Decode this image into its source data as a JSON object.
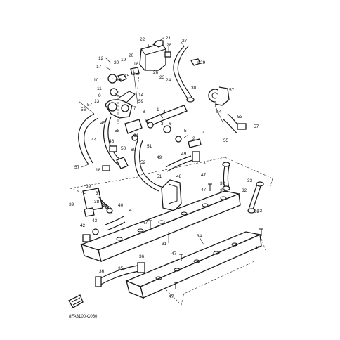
{
  "diagram": {
    "figure_code": "8FA3100-C060",
    "callouts": [
      {
        "id": "c1",
        "text": "21"
      },
      {
        "id": "c2",
        "text": "22"
      },
      {
        "id": "c3",
        "text": "27"
      },
      {
        "id": "c4",
        "text": "28"
      },
      {
        "id": "c5",
        "text": "29"
      },
      {
        "id": "c6",
        "text": "12"
      },
      {
        "id": "c7",
        "text": "17"
      },
      {
        "id": "c8",
        "text": "20"
      },
      {
        "id": "c9",
        "text": "19"
      },
      {
        "id": "c10",
        "text": "20"
      },
      {
        "id": "c11",
        "text": "18"
      },
      {
        "id": "c12",
        "text": "25"
      },
      {
        "id": "c13",
        "text": "26"
      },
      {
        "id": "c14",
        "text": "23"
      },
      {
        "id": "c15",
        "text": "24"
      },
      {
        "id": "c16",
        "text": "10"
      },
      {
        "id": "c17",
        "text": "16"
      },
      {
        "id": "c18",
        "text": "15"
      },
      {
        "id": "c19",
        "text": "11"
      },
      {
        "id": "c20",
        "text": "14"
      },
      {
        "id": "c21",
        "text": "9"
      },
      {
        "id": "c22",
        "text": "13"
      },
      {
        "id": "c23",
        "text": "59"
      },
      {
        "id": "c24",
        "text": "57"
      },
      {
        "id": "c25",
        "text": "56"
      },
      {
        "id": "c26",
        "text": "45"
      },
      {
        "id": "c27",
        "text": "8"
      },
      {
        "id": "c28",
        "text": "7"
      },
      {
        "id": "c29",
        "text": "1"
      },
      {
        "id": "c30",
        "text": "4"
      },
      {
        "id": "c31",
        "text": "3"
      },
      {
        "id": "c32",
        "text": "6"
      },
      {
        "id": "c33",
        "text": "5"
      },
      {
        "id": "c34",
        "text": "2"
      },
      {
        "id": "c35",
        "text": "4"
      },
      {
        "id": "c36",
        "text": "3"
      },
      {
        "id": "c37",
        "text": "30"
      },
      {
        "id": "c38",
        "text": "57"
      },
      {
        "id": "c39",
        "text": "54"
      },
      {
        "id": "c40",
        "text": "53"
      },
      {
        "id": "c41",
        "text": "57"
      },
      {
        "id": "c42",
        "text": "55"
      },
      {
        "id": "c43",
        "text": "58"
      },
      {
        "id": "c44",
        "text": "61"
      },
      {
        "id": "c45",
        "text": "60"
      },
      {
        "id": "c46",
        "text": "51"
      },
      {
        "id": "c47",
        "text": "44"
      },
      {
        "id": "c48",
        "text": "46"
      },
      {
        "id": "c49",
        "text": "50"
      },
      {
        "id": "c50",
        "text": "49"
      },
      {
        "id": "c51",
        "text": "49"
      },
      {
        "id": "c52",
        "text": "57"
      },
      {
        "id": "c53",
        "text": "18"
      },
      {
        "id": "c54",
        "text": "52"
      },
      {
        "id": "c55",
        "text": "48"
      },
      {
        "id": "c56",
        "text": "51"
      },
      {
        "id": "c57",
        "text": "47"
      },
      {
        "id": "c58",
        "text": "32"
      },
      {
        "id": "c59",
        "text": "33"
      },
      {
        "id": "c60",
        "text": "47"
      },
      {
        "id": "c61",
        "text": "33"
      },
      {
        "id": "c62",
        "text": "32"
      },
      {
        "id": "c63",
        "text": "33"
      },
      {
        "id": "c64",
        "text": "39"
      },
      {
        "id": "c65",
        "text": "37"
      },
      {
        "id": "c66",
        "text": "38"
      },
      {
        "id": "c67",
        "text": "39"
      },
      {
        "id": "c68",
        "text": "40"
      },
      {
        "id": "c69",
        "text": "41"
      },
      {
        "id": "c70",
        "text": "47"
      },
      {
        "id": "c71",
        "text": "42"
      },
      {
        "id": "c72",
        "text": "43"
      },
      {
        "id": "c73",
        "text": "31"
      },
      {
        "id": "c74",
        "text": "34"
      },
      {
        "id": "c75",
        "text": "47"
      },
      {
        "id": "c76",
        "text": "47"
      },
      {
        "id": "c77",
        "text": "36"
      },
      {
        "id": "c78",
        "text": "36"
      },
      {
        "id": "c79",
        "text": "35"
      },
      {
        "id": "c80",
        "text": "47"
      },
      {
        "id": "c81",
        "text": "33"
      }
    ]
  }
}
